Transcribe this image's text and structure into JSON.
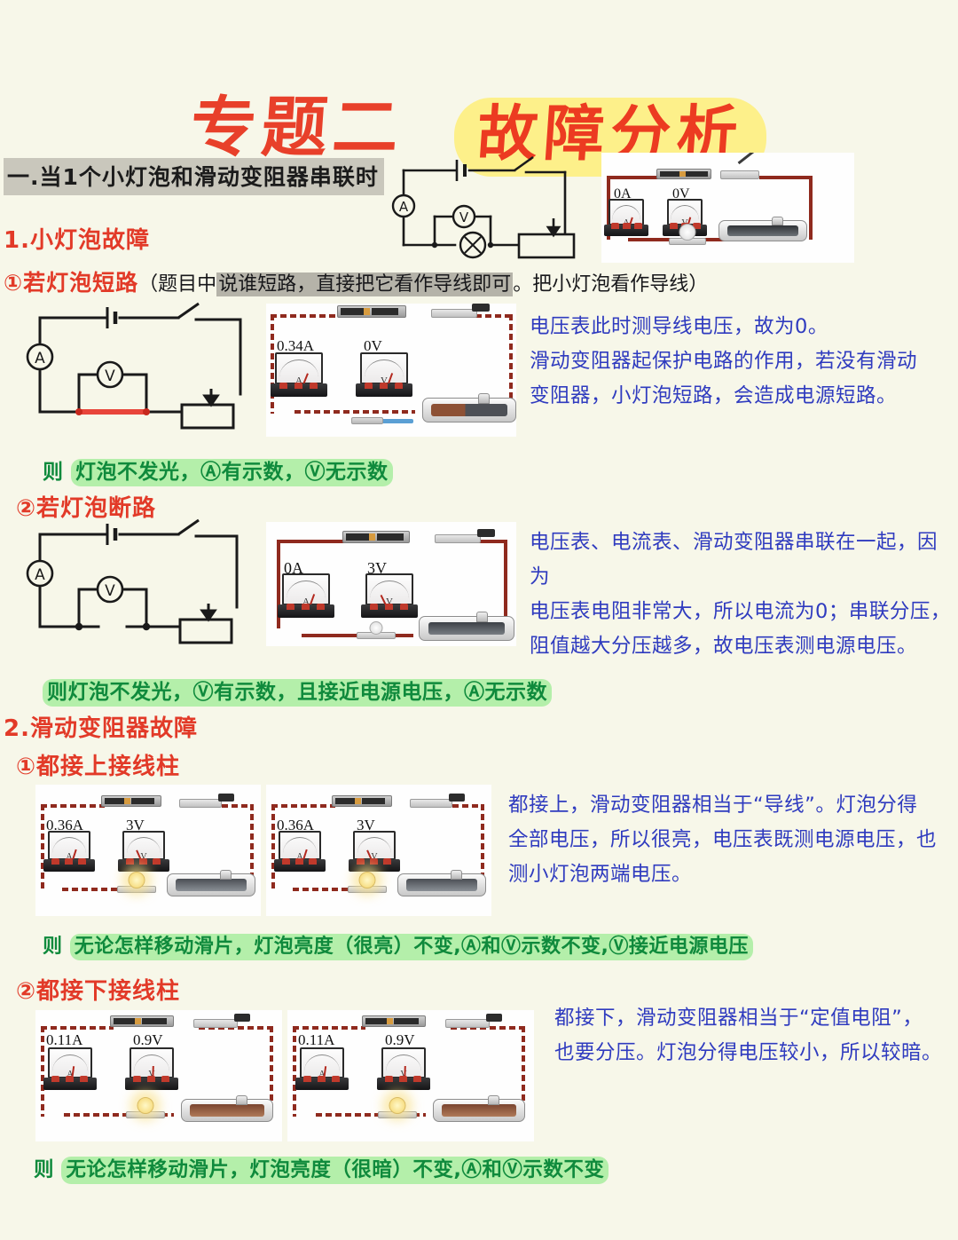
{
  "title": {
    "main": "专题二",
    "badge": "故障分析",
    "badge_color": "#fdf08a",
    "text_color": "#ec3b21"
  },
  "sections": {
    "s1_heading": "一.当1个小灯泡和滑动变阻器串联时",
    "s1_1_heading": "1.小灯泡故障",
    "s1_1_a_label": "①若灯泡短路",
    "s1_1_a_paren_pre": "（题目中",
    "s1_1_a_paren_hl": "说谁短路，直接把它看作导线即可",
    "s1_1_a_paren_post": "。把小灯泡看作导线）",
    "s1_1_a_note": "电压表此时测导线电压，故为0。\n滑动变阻器起保护电路的作用，若没有滑动\n变阻器，小灯泡短路，会造成电源短路。",
    "s1_1_a_concl_pre": "则",
    "s1_1_a_concl": "灯泡不发光，Ⓐ有示数，Ⓥ无示数",
    "s1_1_b_label": "②若灯泡断路",
    "s1_1_b_note": "电压表、电流表、滑动变阻器串联在一起，因为\n电压表电阻非常大，所以电流为0；串联分压，\n阻值越大分压越多，故电压表测电源电压。",
    "s1_1_b_concl": "则灯泡不发光，Ⓥ有示数，且接近电源电压，Ⓐ无示数",
    "s1_2_heading": "2.滑动变阻器故障",
    "s1_2_a_label": "①都接上接线柱",
    "s1_2_a_note": "都接上，滑动变阻器相当于“导线”。灯泡分得\n全部电压，所以很亮，电压表既测电源电压，也\n测小灯泡两端电压。",
    "s1_2_a_concl_pre": "则",
    "s1_2_a_concl": "无论怎样移动滑片，灯泡亮度（很亮）不变,Ⓐ和Ⓥ示数不变,Ⓥ接近电源电压",
    "s1_2_b_label": "②都接下接线柱",
    "s1_2_b_note": "都接下，滑动变阻器相当于“定值电阻”，\n也要分压。灯泡分得电压较小，所以较暗。",
    "s1_2_b_concl_pre": "则",
    "s1_2_b_concl": "无论怎样移动滑片，灯泡亮度（很暗）不变,Ⓐ和Ⓥ示数不变"
  },
  "schematics": [
    {
      "name": "schematic-normal",
      "ammeter_symbol": "A",
      "voltmeter_symbol": "V",
      "lamp_symbol": "⊗",
      "fault": "none"
    },
    {
      "name": "schematic-lamp-shorted",
      "ammeter_symbol": "A",
      "voltmeter_symbol": "V",
      "fault": "short",
      "fault_color": "#e8453a"
    },
    {
      "name": "schematic-lamp-open",
      "ammeter_symbol": "A",
      "voltmeter_symbol": "V",
      "fault": "open"
    }
  ],
  "photos": [
    {
      "name": "photo-normal",
      "ammeter": "0A",
      "voltmeter": "0V",
      "lamp_lit": false
    },
    {
      "name": "photo-lamp-shorted",
      "ammeter": "0.34A",
      "voltmeter": "0V",
      "lamp_lit": false
    },
    {
      "name": "photo-lamp-open",
      "ammeter": "0A",
      "voltmeter": "3V",
      "lamp_lit": false
    },
    {
      "name": "photo-both-up-left",
      "ammeter": "0.36A",
      "voltmeter": "3V",
      "lamp_lit": true
    },
    {
      "name": "photo-both-up-right",
      "ammeter": "0.36A",
      "voltmeter": "3V",
      "lamp_lit": true
    },
    {
      "name": "photo-both-down-left",
      "ammeter": "0.11A",
      "voltmeter": "0.9V",
      "lamp_lit": true
    },
    {
      "name": "photo-both-down-right",
      "ammeter": "0.11A",
      "voltmeter": "0.9V",
      "lamp_lit": true
    }
  ],
  "colors": {
    "page_bg": "#f7f7e9",
    "red_ink": "#e23a28",
    "blue_ink": "#2f3bbf",
    "green_ink": "#0f8a3c",
    "green_highlight": "#b4efaa",
    "gray_highlight": "#c9c7bc"
  }
}
